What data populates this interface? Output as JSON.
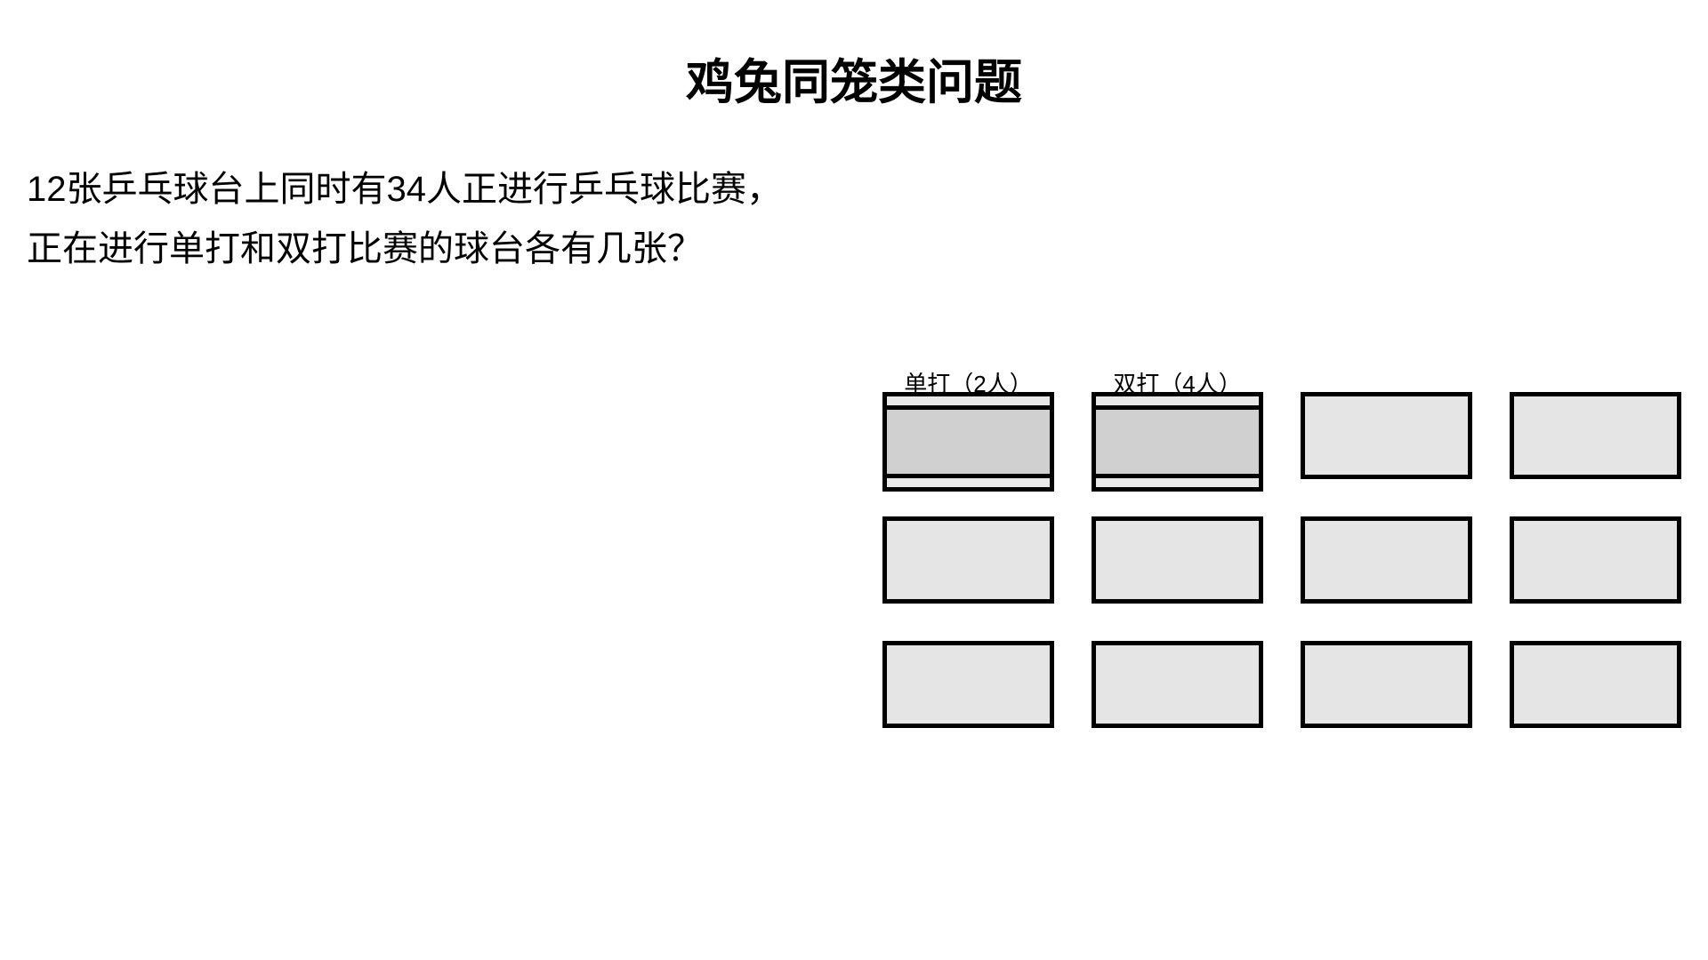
{
  "page": {
    "title": "鸡兔同笼类问题",
    "background_color": "#ffffff",
    "text_color": "#000000"
  },
  "problem": {
    "lines": [
      "12张乒乓球台上同时有34人正进行乒乓球比赛，",
      "正在进行单打和双打比赛的球台各有几张？"
    ]
  },
  "diagram": {
    "labels": {
      "singles": "单打（2人）",
      "doubles": "双打（4人）"
    },
    "grid": {
      "rows": 3,
      "columns": 4,
      "total_tables": 12,
      "labeled_tables": 2
    },
    "colors": {
      "table_border": "#000000",
      "table_fill": "#e5e5e5",
      "occupied_end_zone": "#e8e8e8",
      "occupied_surface": "#d0d0d0"
    }
  }
}
